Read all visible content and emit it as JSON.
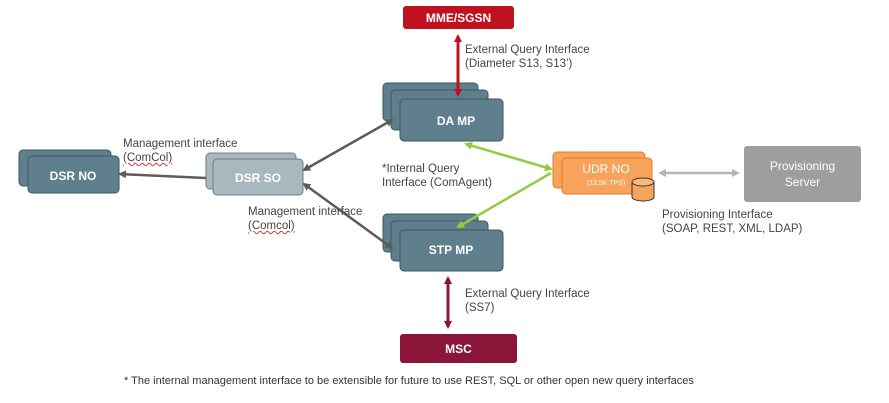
{
  "nodes": {
    "mme_sgsn": "MME/SGSN",
    "da_mp": "DA MP",
    "dsr_no": "DSR NO",
    "dsr_so": "DSR SO",
    "udr_no": "UDR NO",
    "udr_tps": "(12.5K TPS)",
    "provisioning_line1": "Provisioning",
    "provisioning_line2": "Server",
    "stp_mp": "STP MP",
    "msc": "MSC"
  },
  "labels": {
    "ext_query_top_l1": "External Query Interface",
    "ext_query_top_l2": "(Diameter S13, S13’)",
    "mgmt_left_l1": "Management interface",
    "mgmt_left_l2": "(ComCol)",
    "internal_query_l1": "*Internal Query",
    "internal_query_l2": "Interface (ComAgent)",
    "mgmt_bottom_l1": "Management interface",
    "mgmt_bottom_l2": "(Comcol)",
    "prov_iface_l1": "Provisioning Interface",
    "prov_iface_l2": "(SOAP, REST, XML, LDAP)",
    "ext_query_bottom_l1": "External Query Interface",
    "ext_query_bottom_l2": "(SS7)"
  },
  "footnote": "* The internal management interface to be extensible for future to use REST, SQL or other open new query interfaces",
  "colors": {
    "mp_fill": "#5f7f8c",
    "so_fill": "#a9b8bf",
    "red": "#c0121e",
    "msc": "#8a1538",
    "udr": "#f7a35c",
    "prov": "#9e9e9e",
    "green": "#8fce3f",
    "arrow_gray": "#666666"
  }
}
